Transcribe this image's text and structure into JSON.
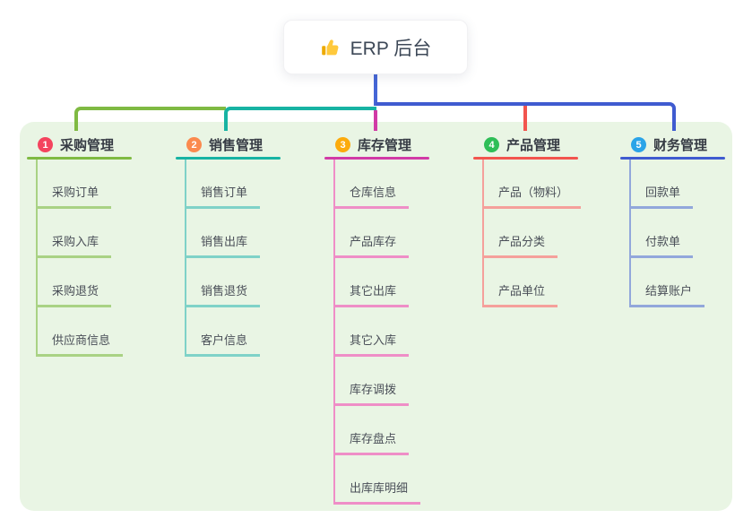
{
  "root": {
    "label": "ERP 后台",
    "icon": "thumbs-up-icon",
    "connector_color": "#4566d6"
  },
  "panel_color": "#e9f5e4",
  "branches": [
    {
      "number": "1",
      "title": "采购管理",
      "badge_color": "#f4445e",
      "line_color": "#7fba42",
      "child_line_color": "#a9d284",
      "children": [
        "采购订单",
        "采购入库",
        "采购退货",
        "供应商信息"
      ]
    },
    {
      "number": "2",
      "title": "销售管理",
      "badge_color": "#fb8a4e",
      "line_color": "#17b3a3",
      "child_line_color": "#7fd2c8",
      "children": [
        "销售订单",
        "销售出库",
        "销售退货",
        "客户信息"
      ]
    },
    {
      "number": "3",
      "title": "库存管理",
      "badge_color": "#fcab0c",
      "line_color": "#d13aa6",
      "child_line_color": "#ef8ec7",
      "children": [
        "仓库信息",
        "产品库存",
        "其它出库",
        "其它入库",
        "库存调拨",
        "库存盘点",
        "出库库明细"
      ]
    },
    {
      "number": "4",
      "title": "产品管理",
      "badge_color": "#2ebe57",
      "line_color": "#f2544e",
      "child_line_color": "#f5a09b",
      "children": [
        "产品（物料）",
        "产品分类",
        "产品单位"
      ]
    },
    {
      "number": "5",
      "title": "财务管理",
      "badge_color": "#2ba4e8",
      "line_color": "#3f5bd0",
      "child_line_color": "#92a7db",
      "children": [
        "回款单",
        "付款单",
        "结算账户"
      ]
    }
  ]
}
